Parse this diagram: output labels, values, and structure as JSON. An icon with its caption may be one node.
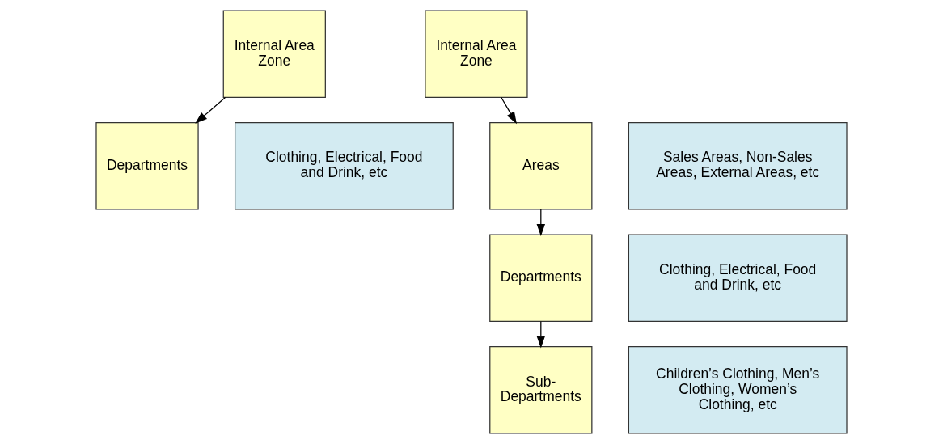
{
  "diagram": {
    "nodes": [
      {
        "text": [
          "Internal Area Zone"
        ]
      },
      {
        "text": [
          "Departments"
        ]
      },
      {
        "text": [
          "Clothing, Electrical, Food and Drink, etc"
        ]
      },
      {
        "text": [
          "Internal Area Zone"
        ]
      },
      {
        "text": [
          "Areas"
        ]
      },
      {
        "text": [
          "Sales Areas, Non-Sales Areas, External Areas, etc"
        ]
      },
      {
        "text": [
          "Departments"
        ]
      },
      {
        "text": [
          "Clothing, Electrical, Food and Drink, etc"
        ]
      },
      {
        "text": [
          "Sub-Departments"
        ]
      },
      {
        "text": [
          "Children’s Clothing, Men’s Clothing, Women’s Clothing, etc"
        ]
      }
    ],
    "edges": [
      {
        "from": 0,
        "to": 1,
        "arrow": "to"
      },
      {
        "from": 3,
        "to": 4,
        "arrow": "to"
      },
      {
        "from": 4,
        "to": 6,
        "arrow": "to"
      },
      {
        "from": 6,
        "to": 8,
        "arrow": "to"
      }
    ]
  }
}
